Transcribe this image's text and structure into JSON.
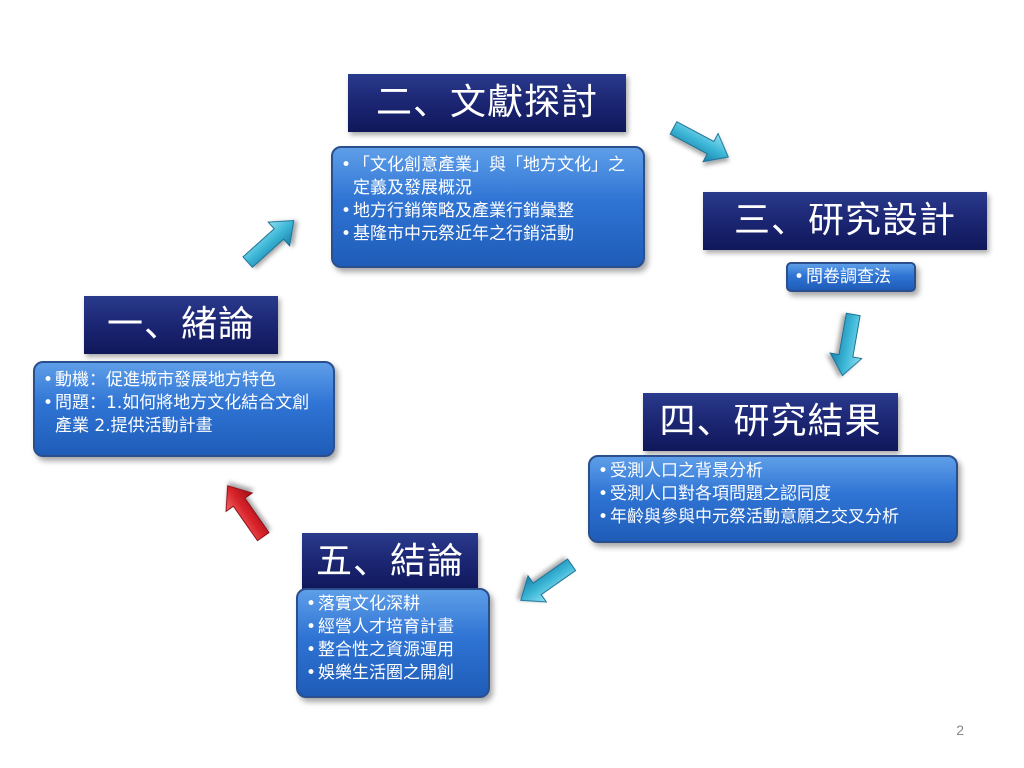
{
  "sections": [
    {
      "title": "二、文獻探討",
      "items": [
        "「文化創意產業」與「地方文化」之定義及發展概況",
        "地方行銷策略及產業行銷彙整",
        "基隆市中元祭近年之行銷活動"
      ]
    },
    {
      "title": "三、研究設計",
      "items": [
        "問卷調查法"
      ]
    },
    {
      "title": "一、緒論",
      "items": [
        "動機：促進城市發展地方特色",
        "問題：1.如何將地方文化結合文創產業 2.提供活動計畫"
      ]
    },
    {
      "title": "四、研究結果",
      "items": [
        "受測人口之背景分析",
        "受測人口對各項問題之認同度",
        "年齡與參與中元祭活動意願之交叉分析"
      ]
    },
    {
      "title": "五、結論",
      "items": [
        "落實文化深耕",
        "經營人才培育計畫",
        "整合性之資源運用",
        "娛樂生活圈之開創"
      ]
    }
  ],
  "page_number": "2",
  "colors": {
    "title_bg": "#1a2470",
    "box_bg": "#2f74d4",
    "arrow_cyan": "#3bb6d6",
    "arrow_red": "#d8232a"
  }
}
